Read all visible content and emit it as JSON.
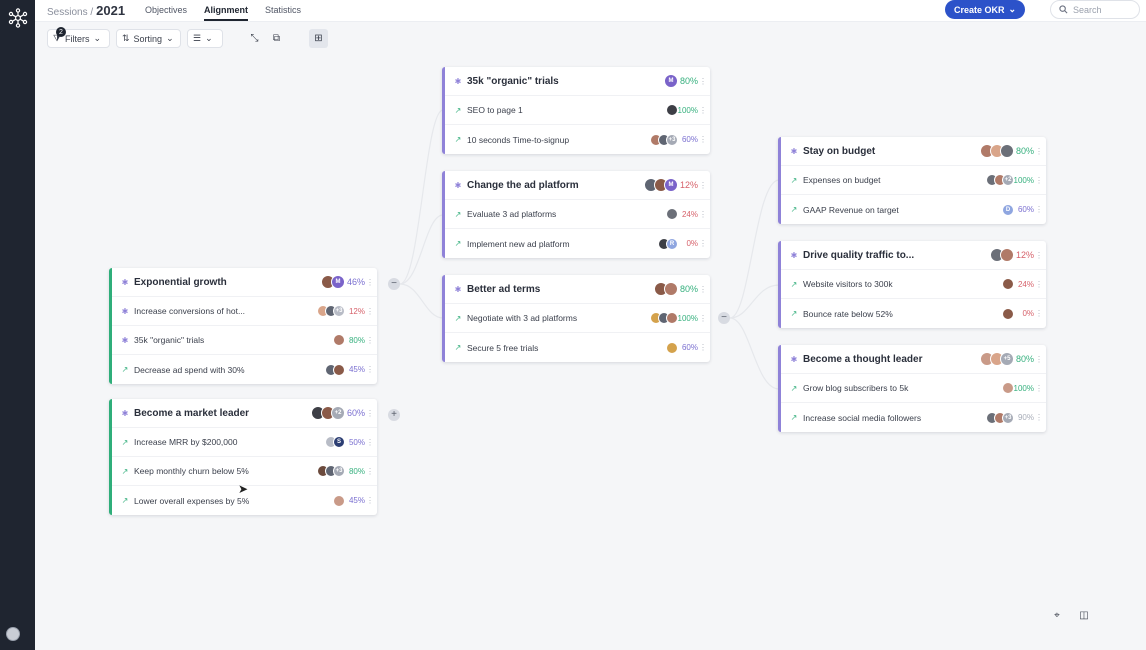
{
  "header": {
    "crumb_parent": "Sessions /",
    "crumb_year": "2021",
    "tabs": [
      {
        "label": "Objectives",
        "active": false
      },
      {
        "label": "Alignment",
        "active": true
      },
      {
        "label": "Statistics",
        "active": false
      }
    ],
    "create_label": "Create OKR",
    "search_placeholder": "Search"
  },
  "toolbar": {
    "filters_label": "Filters",
    "filters_count": "2",
    "sorting_label": "Sorting"
  },
  "colors": {
    "accent": "#2c52c9",
    "green": "#36b07e",
    "red": "#d6616a",
    "purple": "#8f82d8",
    "sidebar": "#1f2530"
  },
  "cards": {
    "exponential": {
      "title": "Exponential growth",
      "pct": "46%",
      "rows": [
        {
          "title": "Increase conversions of hot...",
          "pct": "12%"
        },
        {
          "title": "35k \"organic\" trials",
          "pct": "80%"
        },
        {
          "title": "Decrease ad spend with 30%",
          "pct": "45%"
        }
      ]
    },
    "market": {
      "title": "Become a market leader",
      "pct": "60%",
      "extra": "+2",
      "rows": [
        {
          "title": "Increase MRR by $200,000",
          "pct": "50%",
          "avatar_letter": "S"
        },
        {
          "title": "Keep monthly churn below 5%",
          "pct": "80%",
          "extra": "+3"
        },
        {
          "title": "Lower overall expenses by 5%",
          "pct": "45%"
        }
      ]
    },
    "organic": {
      "title": "35k \"organic\" trials",
      "pct": "80%",
      "avatar_letter": "M",
      "rows": [
        {
          "title": "SEO to page 1",
          "pct": "100%"
        },
        {
          "title": "10 seconds Time-to-signup",
          "pct": "60%",
          "extra": "+3"
        }
      ]
    },
    "adplatform": {
      "title": "Change the ad platform",
      "pct": "12%",
      "avatar_letter": "M",
      "rows": [
        {
          "title": "Evaluate 3 ad platforms",
          "pct": "24%"
        },
        {
          "title": "Implement new ad platform",
          "pct": "0%",
          "avatar_letter": "R"
        }
      ]
    },
    "adterms": {
      "title": "Better ad terms",
      "pct": "80%",
      "rows": [
        {
          "title": "Negotiate with 3 ad platforms",
          "pct": "100%"
        },
        {
          "title": "Secure 5 free trials",
          "pct": "60%"
        }
      ]
    },
    "budget": {
      "title": "Stay on budget",
      "pct": "80%",
      "rows": [
        {
          "title": "Expenses on budget",
          "pct": "100%",
          "extra": "+2"
        },
        {
          "title": "GAAP Revenue on target",
          "pct": "60%",
          "avatar_letter": "D"
        }
      ]
    },
    "traffic": {
      "title": "Drive quality traffic to...",
      "pct": "12%",
      "rows": [
        {
          "title": "Website visitors to 300k",
          "pct": "24%"
        },
        {
          "title": "Bounce rate below 52%",
          "pct": "0%"
        }
      ]
    },
    "thought": {
      "title": "Become a thought leader",
      "pct": "80%",
      "extra": "+5",
      "rows": [
        {
          "title": "Grow blog subscribers to 5k",
          "pct": "100%"
        },
        {
          "title": "Increase social media followers",
          "pct": "90%",
          "extra": "+3"
        }
      ]
    }
  }
}
